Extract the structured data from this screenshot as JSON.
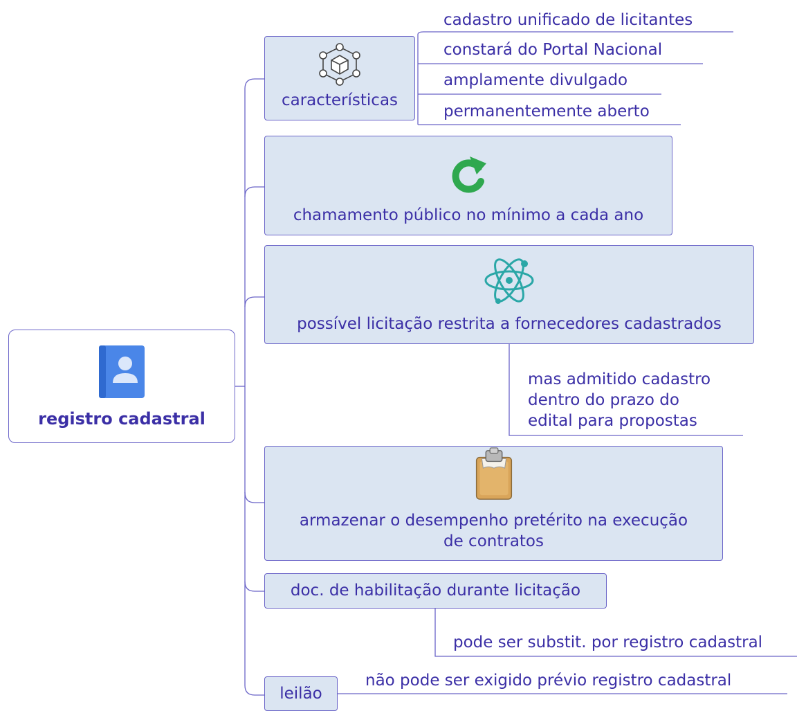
{
  "root": {
    "label": "registro cadastral",
    "icon": "contact-book-icon"
  },
  "branches": [
    {
      "label": "características",
      "icon": "network-cube-icon",
      "details": [
        "cadastro unificado de licitantes",
        "constará do Portal Nacional",
        "amplamente divulgado",
        "permanentemente aberto"
      ]
    },
    {
      "label": "chamamento público no mínimo a cada ano",
      "icon": "refresh-arrow-icon"
    },
    {
      "label": "possível licitação restrita a fornecedores cadastrados",
      "icon": "atom-icon",
      "details_lines": [
        "mas admitido cadastro",
        "dentro do prazo do",
        "edital para propostas"
      ]
    },
    {
      "label_lines": [
        "armazenar o desempenho pretérito na execução",
        "de contratos"
      ],
      "icon": "clipboard-icon"
    },
    {
      "label": "doc. de habilitação durante licitação",
      "details": [
        "pode ser substit. por registro cadastral"
      ]
    },
    {
      "label": "leilão",
      "details": [
        "não pode ser exigido prévio registro cadastral"
      ]
    }
  ],
  "colors": {
    "text": "#3b2fa6",
    "node_fill": "#dbe5f2",
    "node_border": "#6a64c8",
    "connector": "#6a64c8",
    "refresh_green": "#2fa84f",
    "atom_teal": "#2aa7a7",
    "contact_blue": "#4a86e8"
  }
}
